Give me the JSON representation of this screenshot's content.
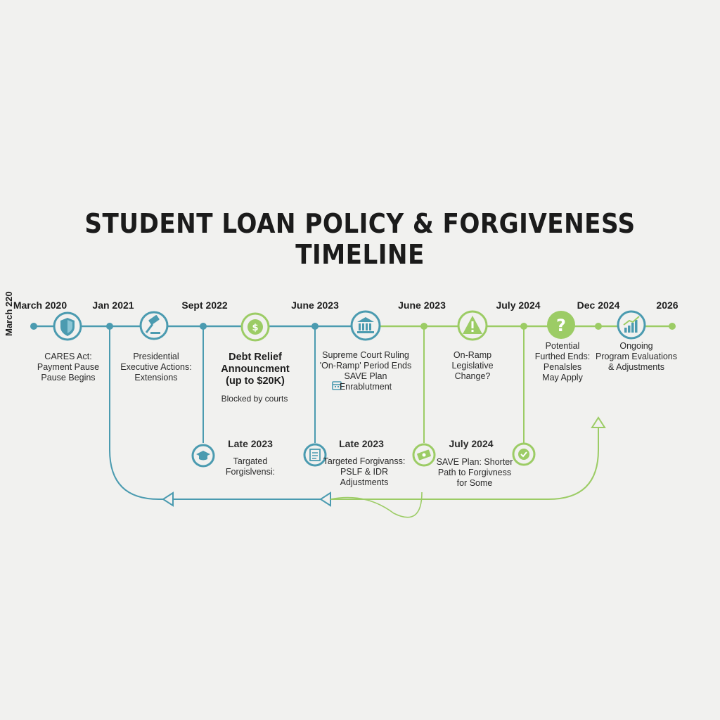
{
  "title": "STUDENT LOAN POLICY & FORGIVENESS TIMELINE",
  "colors": {
    "teal": "#4b9bb0",
    "green": "#9ccc65",
    "dark": "#1e1e1e"
  },
  "side_date": "March 220",
  "top_dates": [
    "March 2020",
    "Jan 2021",
    "Sept 2022",
    "June 2023",
    "June 2023",
    "July 2024",
    "Dec 2024",
    "2026"
  ],
  "top_events": [
    {
      "icon": "shield-icon",
      "text": "CARES Act:\nPayment Pause\nPause Begins"
    },
    {
      "icon": "gavel-icon",
      "text": "Presidential\nExecutive Actions:\nExtensions"
    },
    {
      "icon": "dollar-icon",
      "text": "Debt Relief\nAnnouncment\n(up to $20K)",
      "note": "Blocked by courts"
    },
    {
      "icon": "bank-icon",
      "text": "Supreme Court Ruling\n'On-Ramp' Period Ends\nSAVE Plan\nEnrablutment"
    },
    {
      "icon": "warning-icon",
      "text": "On-Ramp\nLegislative\nChange?"
    },
    {
      "icon": "question-icon",
      "text": "Potential\nFurthed Ends:\nPenalsles\nMay Apply"
    },
    {
      "icon": "chart-icon",
      "text": "Ongoing\nProgram Evaluations\n& Adjustments"
    }
  ],
  "bottom_events": [
    {
      "icon": "graduation-cap-icon",
      "date": "Late 2023",
      "text": "Targated\nForgislvensi:"
    },
    {
      "icon": "document-icon",
      "date": "Late 2023",
      "text": "Targeted Forgivanss:\nPSLF & IDR\nAdjustments"
    },
    {
      "icon": "money-icon",
      "date": "July 2024",
      "text": "SAVE Plan: Shorter\nPath to Forgivness\nfor Some"
    },
    {
      "icon": "check-icon",
      "date": "",
      "text": ""
    }
  ]
}
